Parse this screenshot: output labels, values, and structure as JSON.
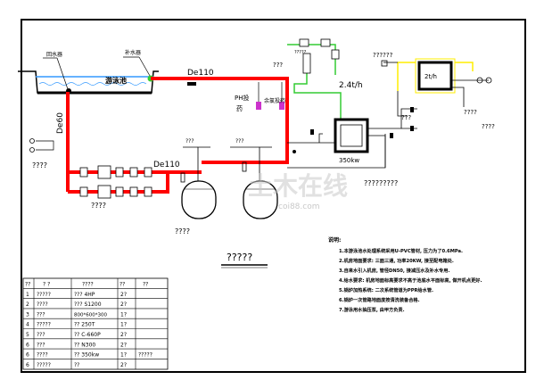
{
  "pool": {
    "label": "游泳池",
    "left_tag": "回水器",
    "right_tag": "补水器"
  },
  "pipes": {
    "main_top": "De110",
    "riser": "De60",
    "filter_line": "De110",
    "green_flow": "2.4t/h"
  },
  "dosing": {
    "ph_label_line1": "PH投",
    "ph_label_line2": "药",
    "chlorine_label": "余氯投药"
  },
  "labels": {
    "left_meter": "????",
    "top_small": "???",
    "pump_group": "????",
    "filters": "????",
    "heater_note": "?????????",
    "right_top": "??????",
    "boiler_cap": "350kw",
    "tank_cap": "2t/h",
    "pool_fill": "?????",
    "right_mid": "????",
    "right_mid2": "????",
    "right_low": "???",
    "drawing_title": "?????"
  },
  "notes": {
    "heading": "说明:",
    "lines": [
      "1.本游泳池水处理系统采用U-PVC管材, 压力为了0.6MPa.",
      "2.机房地面要求: 三面三通, 功率20KW, 接至配电箱处.",
      "3.自来水引入机房, 管径DN50, 接减压水及补水专用.",
      "4.给水要求: 机房地面标高要求不高于池底水平面标高, 做开机点更好.",
      "5.锅炉加热系统: 二次系统管道为PPR给水管.",
      "6.锅炉一次管路地面度按清洗装备合格.",
      "7.游泳用水抽压泵, 由甲方负责."
    ]
  },
  "table": {
    "header": [
      "??",
      "?  ?",
      "????",
      "??",
      "??"
    ],
    "rows": [
      [
        "1",
        "?????",
        "??? 4HP",
        "2?",
        ""
      ],
      [
        "2",
        "????",
        "??? S1200",
        "2?",
        ""
      ],
      [
        "3",
        "???",
        "800*600*300",
        "1?",
        ""
      ],
      [
        "4",
        "?????",
        "?? 250T",
        "1?",
        ""
      ],
      [
        "5",
        "???",
        "?? C-660P",
        "2?",
        ""
      ],
      [
        "6",
        "???",
        "?? N300",
        "2?",
        ""
      ],
      [
        "6",
        "????",
        "?? 350kw",
        "1?",
        "?????"
      ],
      [
        "6",
        "?????",
        "??",
        "2?",
        ""
      ]
    ]
  },
  "watermark": {
    "main": "土木在线",
    "sub": "coi88.com"
  },
  "colors": {
    "pipe_red": "#ff0000",
    "pipe_green": "#33cc33",
    "water_blue": "#3399ff",
    "line_black": "#000000",
    "accent_yellow": "#ffee00",
    "dosing_magenta": "#cc33cc"
  }
}
